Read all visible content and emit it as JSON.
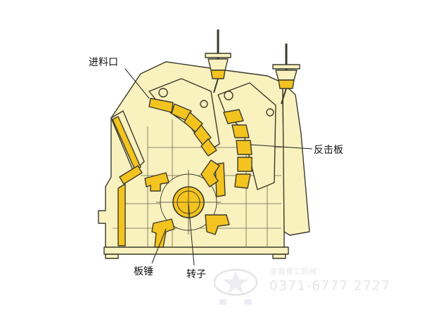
{
  "labels": {
    "feed_inlet": "进料口",
    "impact_plate": "反击板",
    "hammer": "板锤",
    "rotor": "转子"
  },
  "watermark": {
    "phone": "0371-6777 2727",
    "brand": "金鑫重工机械"
  },
  "colors": {
    "body_fill": "#f9f2bf",
    "part_fill": "#f3c31f",
    "outline": "#3c3a2c",
    "watermark": "#e6e6ea"
  }
}
